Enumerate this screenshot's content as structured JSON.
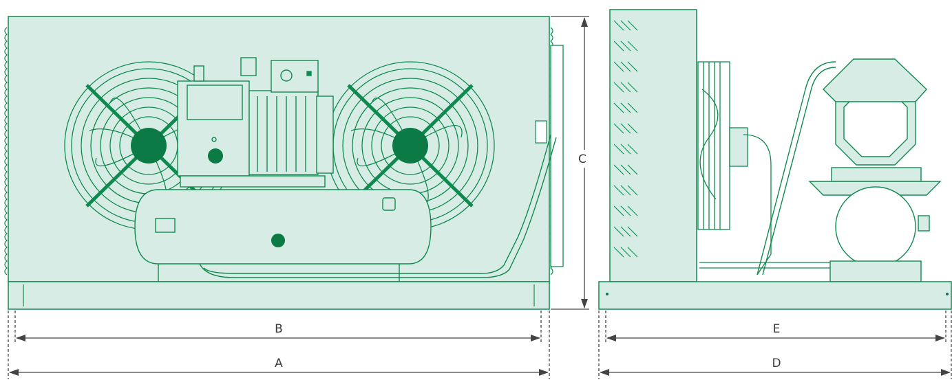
{
  "colors": {
    "panel": "#d8ece6",
    "line": "#0f8a4e",
    "fill_dark": "#0b7a44",
    "dim_line": "#444444"
  },
  "dimensions": {
    "A": "A",
    "B": "B",
    "C": "C",
    "D": "D",
    "E": "E"
  },
  "icons": [
    "fan-icon",
    "compressor-icon",
    "receiver-tank-icon",
    "condenser-coil-icon"
  ]
}
